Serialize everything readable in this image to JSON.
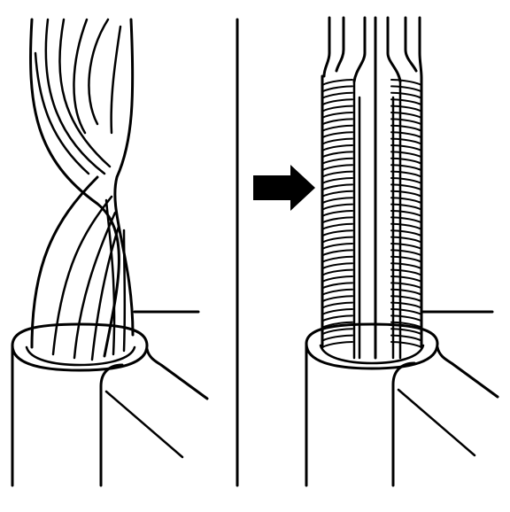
{
  "diagram": {
    "panels": [
      {
        "id": "left",
        "subject": "twisted-strand-wire"
      },
      {
        "id": "right",
        "subject": "wire-with-tight-coil-wrap"
      }
    ],
    "arrow": {
      "direction": "right"
    },
    "colors": {
      "ink": "#000000",
      "paper": "#ffffff"
    }
  }
}
